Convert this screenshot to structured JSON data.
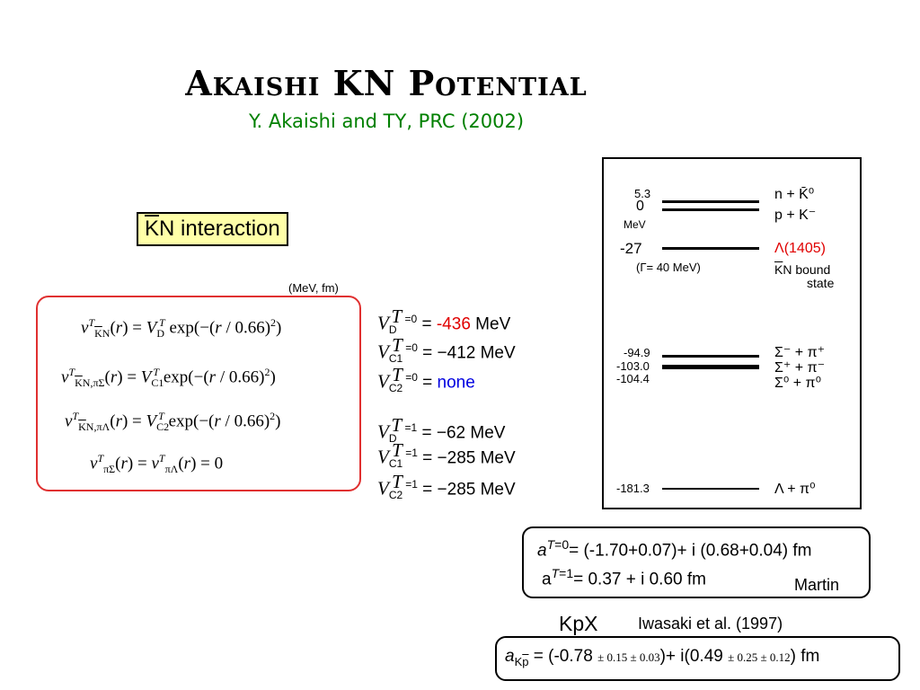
{
  "title": "Akaishi KN Potential",
  "subtitle": "Y. Akaishi and TY, PRC (2002)",
  "interaction_label": {
    "k": "K",
    "rest": "N interaction"
  },
  "units_note": "(MeV, fm)",
  "potentials": {
    "eq4": "= 0"
  },
  "couplings": {
    "t0": [
      {
        "value": "-436",
        "unit": "MeV",
        "color": "#e00000"
      },
      {
        "value": "−412 MeV"
      },
      {
        "value": "none",
        "color": "#0000e0"
      }
    ],
    "t1": [
      "−62 MeV",
      "−285 MeV",
      "−285 MeV"
    ]
  },
  "levels": [
    {
      "energy": "5.3",
      "label": "n + K̄⁰"
    },
    {
      "energy": "0",
      "label": "p + K⁻"
    },
    {
      "energy": "-27",
      "label": "Λ(1405)",
      "color": "#e00000"
    },
    {
      "energy": "-94.9",
      "label": "Σ⁻ + π⁺"
    },
    {
      "energy": "-103.0",
      "label": "Σ⁺ + π⁻"
    },
    {
      "energy": "-104.4",
      "label": "Σ⁰ + π⁰"
    },
    {
      "energy": "-181.3",
      "label": "Λ + π⁰"
    }
  ],
  "level_notes": {
    "mev": "MeV",
    "gamma": "(Γ= 40 MeV)",
    "bound1": "N bound",
    "bound2": "state"
  },
  "martin": {
    "a0": "= (-1.70+0.07)+ i (0.68+0.04) fm",
    "a1": "= 0.37 + i 0.60 fm",
    "source": "Martin"
  },
  "kpx": {
    "name": "KpX",
    "ref": "Iwasaki et al. (1997)",
    "formula_a": "= (-0.78 ",
    "err1": "± 0.15 ± 0.03",
    "mid": ")+ i(0.49 ",
    "err2": "± 0.25 ± 0.12",
    "end": ") fm"
  }
}
